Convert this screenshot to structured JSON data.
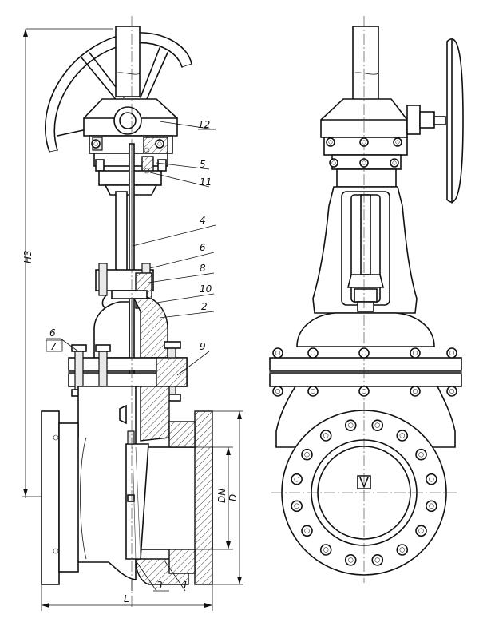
{
  "callouts": {
    "c12": "12",
    "c5": "5",
    "c11": "11",
    "c4": "4",
    "c6a": "6",
    "c8": "8",
    "c10": "10",
    "c2": "2",
    "c6b": "6",
    "c7": "7",
    "c9": "9",
    "c3": "3",
    "c1": "1"
  },
  "dimensions": {
    "height": "H3",
    "length": "L",
    "nominal": "DN",
    "outer": "D"
  }
}
